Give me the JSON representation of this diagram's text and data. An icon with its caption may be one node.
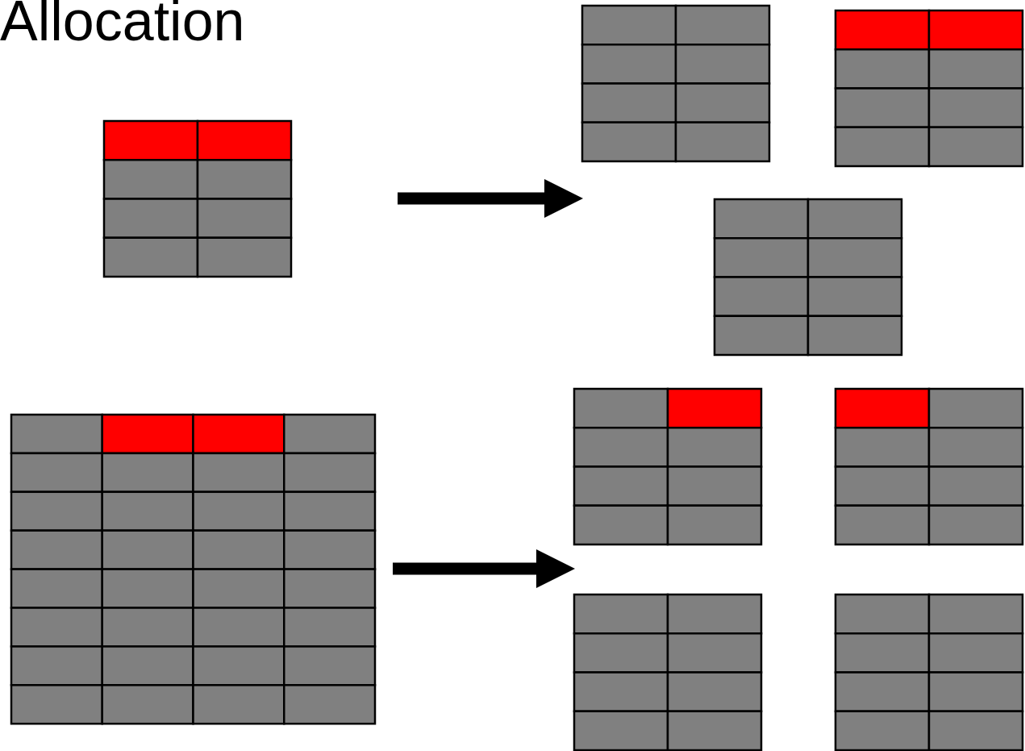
{
  "diagram": {
    "title": "Allocation",
    "nodes": [
      {
        "text": [],
        "shape": "box"
      },
      {
        "text": [],
        "shape": "box"
      },
      {
        "text": [],
        "shape": "box"
      },
      {
        "text": [],
        "shape": "box"
      },
      {
        "text": [],
        "shape": "box"
      },
      {
        "text": [],
        "shape": "box"
      },
      {
        "text": [],
        "shape": "box"
      },
      {
        "text": [],
        "shape": "box"
      },
      {
        "text": [],
        "shape": "box"
      }
    ],
    "edges": [
      {
        "from": null,
        "to": 1,
        "arrow": "to"
      },
      {
        "from": null,
        "to": 5,
        "arrow": "to"
      }
    ]
  }
}
